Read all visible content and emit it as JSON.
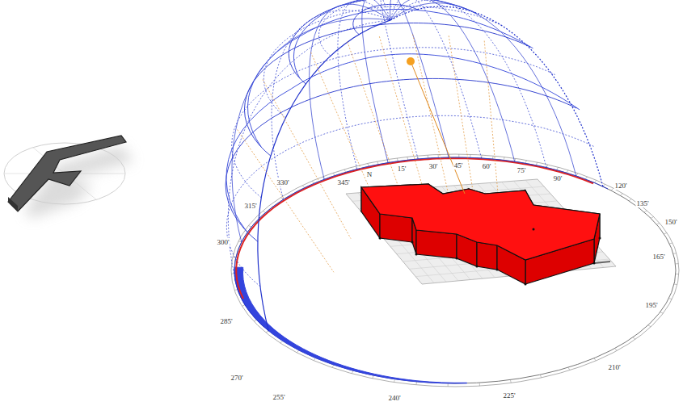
{
  "diagram": {
    "labels": [
      "N",
      "15'",
      "30'",
      "45'",
      "60'",
      "75'",
      "90'",
      "120'",
      "135'",
      "150'",
      "165'",
      "195'",
      "210'",
      "225'",
      "240'",
      "255'",
      "270'",
      "285'",
      "300'",
      "315'",
      "330'",
      "345'"
    ]
  }
}
